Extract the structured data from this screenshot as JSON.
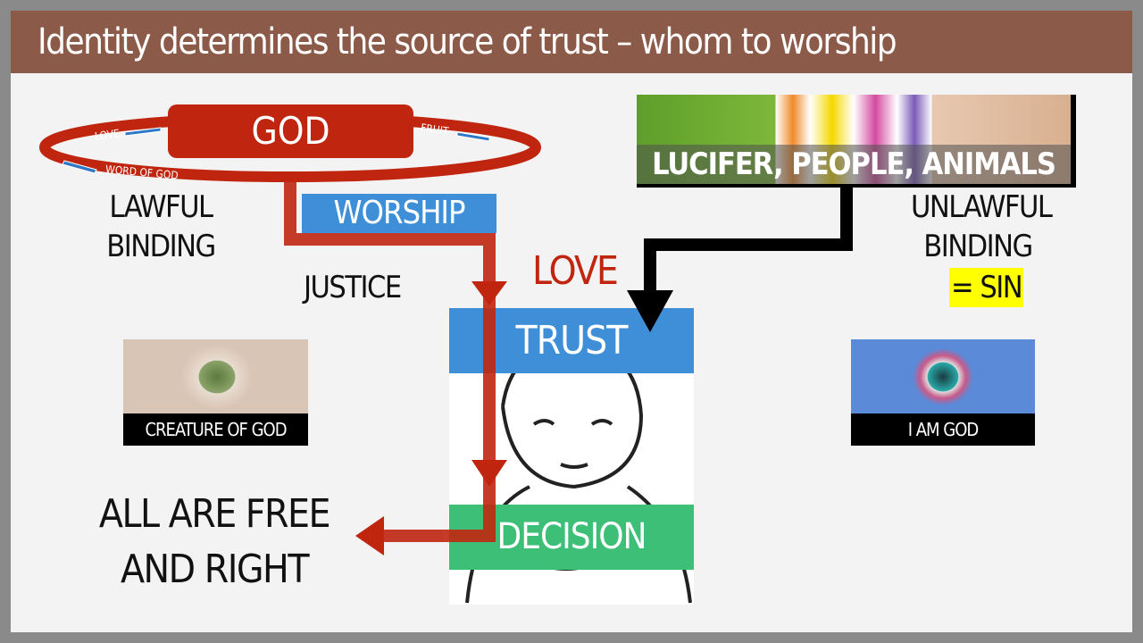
{
  "title": "Identity determines the source of trust – whom to worship",
  "cycle": {
    "center": "GOD",
    "love": "LOVE",
    "fruit": "FRUIT",
    "word": "WORD OF GOD"
  },
  "left": {
    "binding": "LAWFUL BINDING",
    "justice": "JUSTICE",
    "caption": "CREATURE OF GOD",
    "result": "ALL ARE FREE AND RIGHT"
  },
  "center": {
    "worship": "WORSHIP",
    "love": "LOVE",
    "trust": "TRUST",
    "decision": "DECISION"
  },
  "right": {
    "banner": "LUCIFER, PEOPLE, ANIMALS",
    "binding": "UNLAWFUL BINDING",
    "sin": "= SIN",
    "caption": "I AM GOD"
  },
  "colors": {
    "red": "#c0260f",
    "blue": "#3f8fd8",
    "green": "#3dbf78",
    "brown": "#8c5a48",
    "highlight": "#ffff00"
  }
}
